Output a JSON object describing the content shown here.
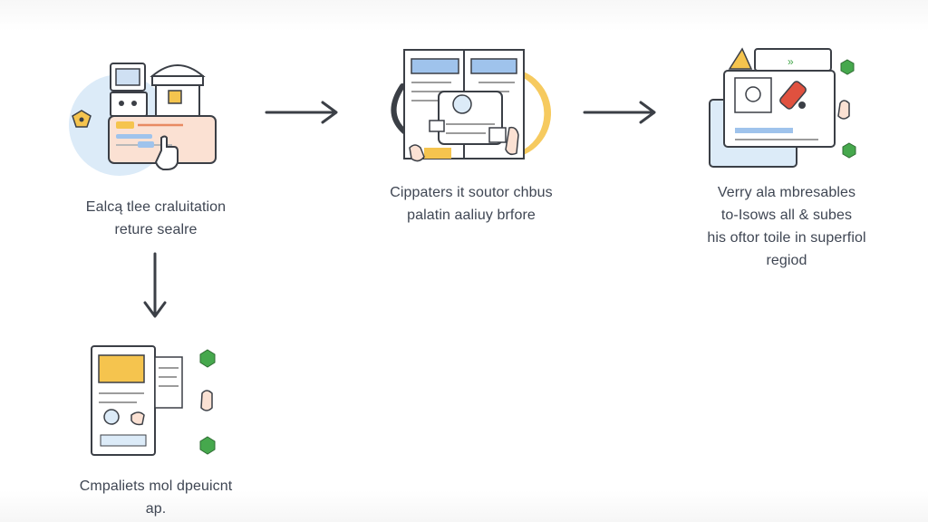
{
  "steps": [
    {
      "lines": [
        "Ealcą tlee craluitation",
        "reture sealre"
      ]
    },
    {
      "lines": [
        "Cippaters it soutor chbus",
        "palatin aaliuy brfore"
      ]
    },
    {
      "lines": [
        "Verry ala mbresables",
        "to-Isows all & subes",
        "his oftor toile in superfiol",
        "regiod"
      ]
    },
    {
      "lines": [
        "Cmpaliets mol dpeuicnt",
        "ap."
      ]
    }
  ],
  "colors": {
    "stroke": "#3b3f46",
    "blue_bg": "#dcebf8",
    "panel_blue": "#9fc3ec",
    "peach": "#fbe1d3",
    "yellow": "#f5c44e",
    "green": "#46a84d",
    "red": "#e0513f"
  }
}
